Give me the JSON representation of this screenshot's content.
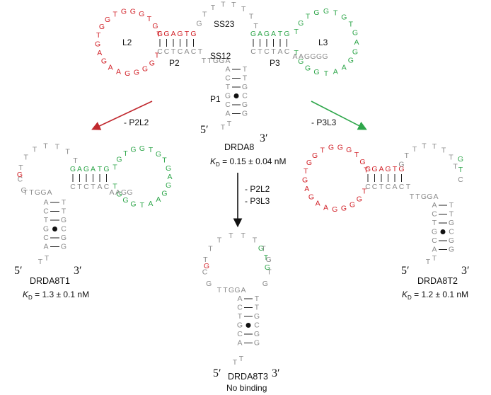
{
  "colors": {
    "grey": "#8a8a8a",
    "red": "#d2232a",
    "green": "#2ea64a",
    "arrow_red": "#c0282e",
    "arrow_green": "#2ea64a"
  },
  "main": {
    "name": "DRDA8",
    "kd_value": " = 0.15 ± 0.04 nM",
    "labels": {
      "l2": "L2",
      "l3": "L3",
      "p2": "P2",
      "p3": "P3",
      "p1": "P1",
      "ss12": "SS12",
      "ss23": "SS23"
    },
    "seq": {
      "l2_loop": "TGGGGAAGAGTGGTGGGTGT",
      "l3_loop": "TGTGGTGTGAGGAATGGGT",
      "ss23": "GTTTTTTT",
      "p2_top": "GGAGTG",
      "p2_bot": "CCTCACT",
      "p3_top": "GAGATG",
      "p3_bot": "CTCTAC",
      "ss12": "TTGGA",
      "p3_tail": "AAGGGG"
    }
  },
  "stem": {
    "left": [
      "A",
      "C",
      "T",
      "G",
      "C",
      "A"
    ],
    "right": [
      "T",
      "T",
      "G",
      "C",
      "G",
      "G"
    ]
  },
  "end5": "5′",
  "end3": "3′",
  "tail_left": "TT",
  "kd_symbol": "K",
  "kd_sub": "D",
  "arrows": {
    "left_label": "- P2L2",
    "right_label": "- P3L3",
    "down_label1": "- P2L2",
    "down_label2": "- P3L3"
  },
  "t1": {
    "name": "DRDA8T1",
    "kd_value": " = 1.3 ± 0.1 nM"
  },
  "t2": {
    "name": "DRDA8T2",
    "kd_value": " = 1.2 ± 0.1 nM"
  },
  "t3": {
    "name": "DRDA8T3",
    "note": "No binding"
  }
}
